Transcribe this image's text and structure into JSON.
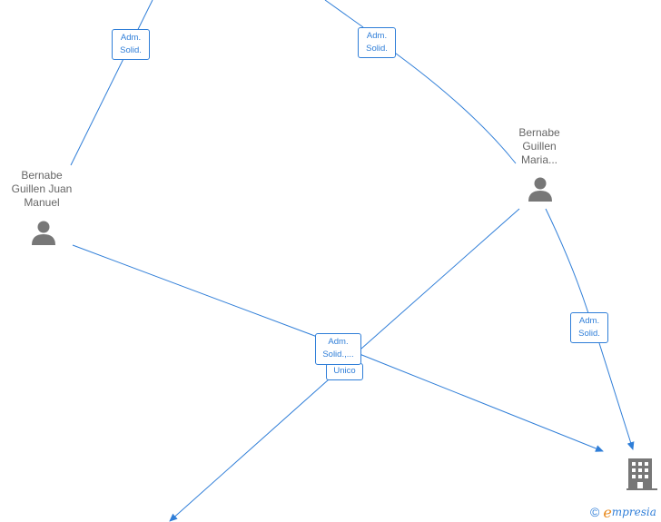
{
  "nodes": {
    "person_juan": {
      "label_lines": [
        "Bernabe",
        "Guillen Juan",
        "Manuel"
      ],
      "icon": "person-icon"
    },
    "person_maria": {
      "label_lines": [
        "Bernabe",
        "Guillen",
        "Maria..."
      ],
      "icon": "person-icon"
    },
    "company": {
      "icon": "building-icon"
    }
  },
  "edge_labels": {
    "top_left": [
      "Adm.",
      "Solid."
    ],
    "top_right": [
      "Adm.",
      "Solid."
    ],
    "right": [
      "Adm.",
      "Solid."
    ],
    "center": [
      "Adm.",
      "Solid.,..."
    ],
    "center_below": [
      "Unico"
    ]
  },
  "brand": {
    "copyright": "©",
    "logo_e": "e",
    "logo_rest": "mpresia"
  },
  "colors": {
    "edge": "#2f7ed8",
    "node_label": "#666666",
    "icon": "#777777",
    "brand_accent": "#e8891c"
  }
}
